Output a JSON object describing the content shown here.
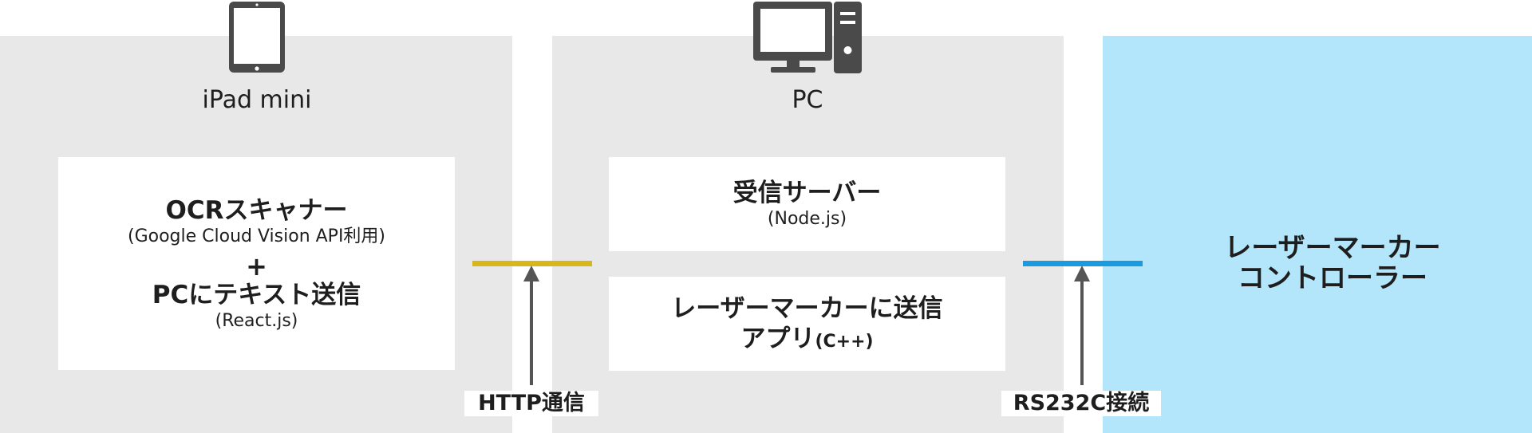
{
  "devices": {
    "ipad_label": "iPad mini",
    "pc_label": "PC"
  },
  "ipad_card": {
    "title": "OCRスキャナー",
    "subtitle": "(Google Cloud Vision API利用)",
    "plus": "+",
    "title2": "PCにテキスト送信",
    "subtitle2": "(React.js)"
  },
  "server_card": {
    "title": "受信サーバー",
    "subtitle": "(Node.js)"
  },
  "app_card": {
    "title_line1": "レーザーマーカーに送信",
    "title_line2": "アプリ",
    "title_line2_suffix": "(C++)"
  },
  "controller": {
    "line1": "レーザーマーカー",
    "line2": "コントローラー"
  },
  "connections": {
    "http_label": "HTTP通信",
    "serial_label": "RS232C接続"
  },
  "colors": {
    "panel_gray": "#e8e8e8",
    "controller_blue": "#b3e5fb",
    "http_line": "#d8b71c",
    "serial_line": "#1b9ae0",
    "arrow": "#555555",
    "icon": "#4a4a4a"
  }
}
